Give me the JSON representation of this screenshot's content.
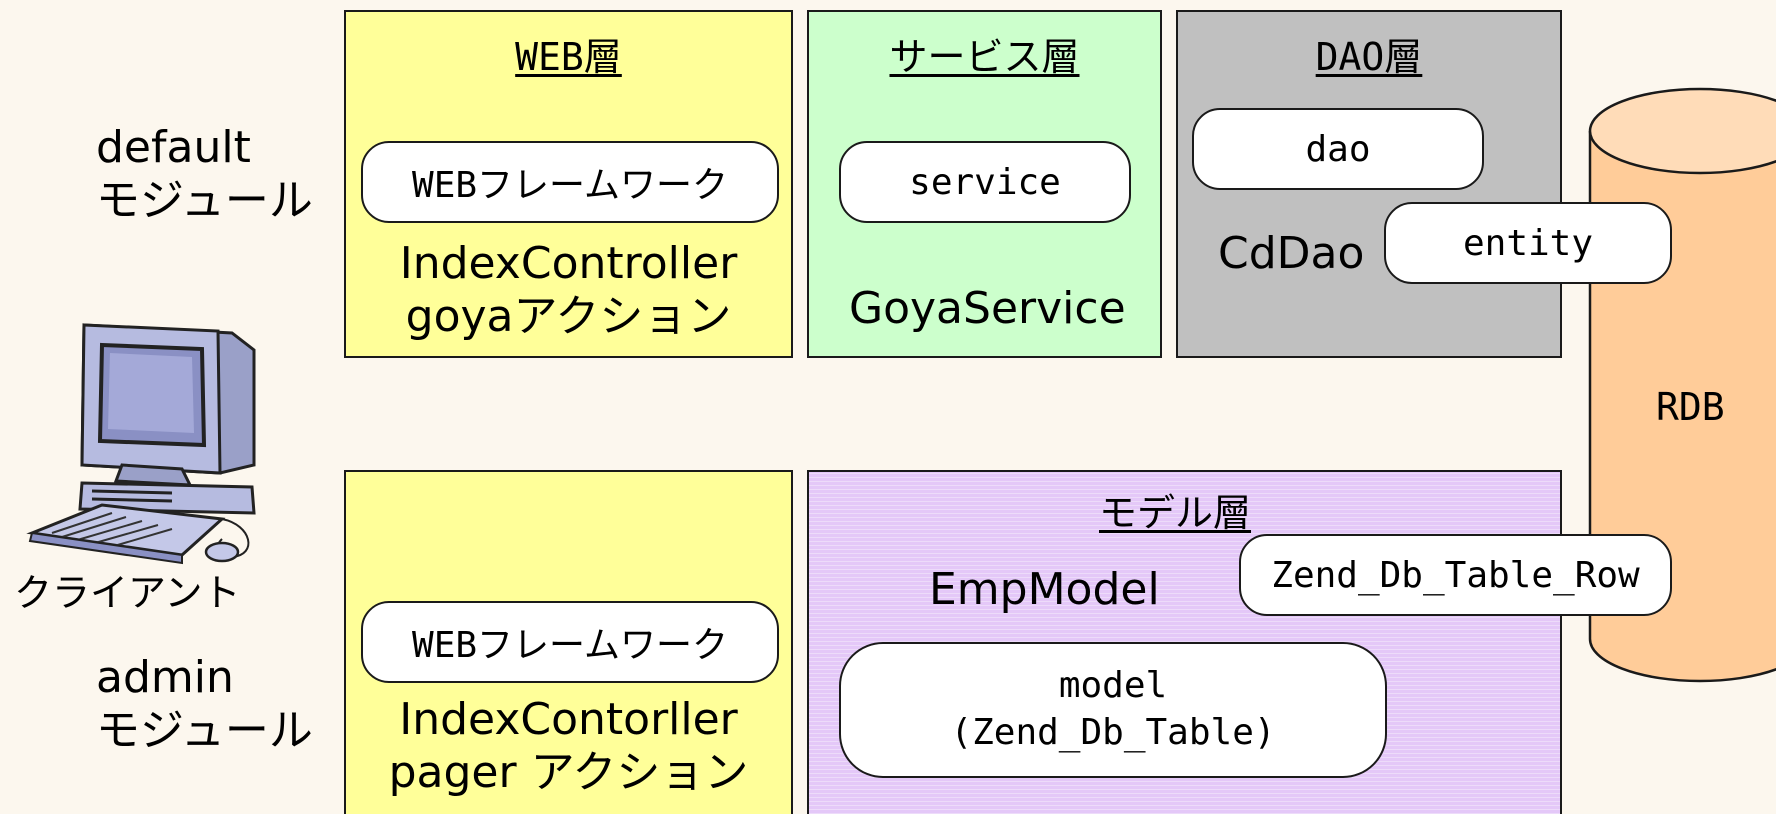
{
  "modules": {
    "default": {
      "name": "default",
      "suffix": "モジュール"
    },
    "admin": {
      "name": "admin",
      "suffix": "モジュール"
    }
  },
  "client_label": "クライアント",
  "top_row": {
    "web": {
      "title": "WEB層",
      "framework": "WEBフレームワーク",
      "line1": "IndexController",
      "line2": "goyaアクション"
    },
    "service": {
      "title": "サービス層",
      "pill": "service",
      "name": "GoyaService"
    },
    "dao": {
      "title": "DAO層",
      "dao_pill": "dao",
      "name": "CdDao",
      "entity_pill": "entity"
    }
  },
  "bottom_row": {
    "web": {
      "framework": "WEBフレームワーク",
      "line1": "IndexContorller",
      "line2": "pager アクション"
    },
    "model": {
      "title": "モデル層",
      "name": "EmpModel",
      "row_pill": "Zend_Db_Table_Row",
      "model_line1": "model",
      "model_line2": "(Zend_Db_Table)"
    }
  },
  "database": {
    "label": "RDB"
  },
  "colors": {
    "web_layer": "#ffff99",
    "service_layer": "#ccffcc",
    "dao_layer": "#c0c0c0",
    "model_layer": "#e4c8f8",
    "database": "#ffcc99",
    "background": "#fcf7ee"
  },
  "icons": {
    "client": "computer-icon"
  }
}
